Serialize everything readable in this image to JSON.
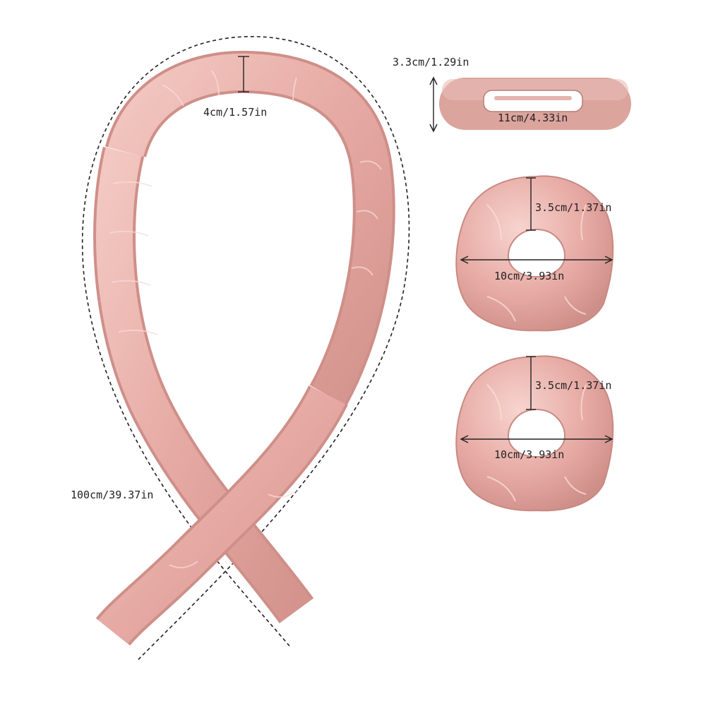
{
  "colors": {
    "satin": "#e6a9a3",
    "satin_light": "#f6d2cd",
    "satin_dark": "#c98983",
    "clip": "#e0aba4",
    "ink": "#222222"
  },
  "labels": {
    "curler_width": "4cm/1.57in",
    "curler_length": "100cm/39.37in",
    "clip_height": "3.3cm/1.29in",
    "clip_width": "11cm/4.33in",
    "scrunchie_top_height": "3.5cm/1.37in",
    "scrunchie_top_width": "10cm/3.93in",
    "scrunchie_bottom_height": "3.5cm/1.37in",
    "scrunchie_bottom_width": "10cm/3.93in"
  }
}
